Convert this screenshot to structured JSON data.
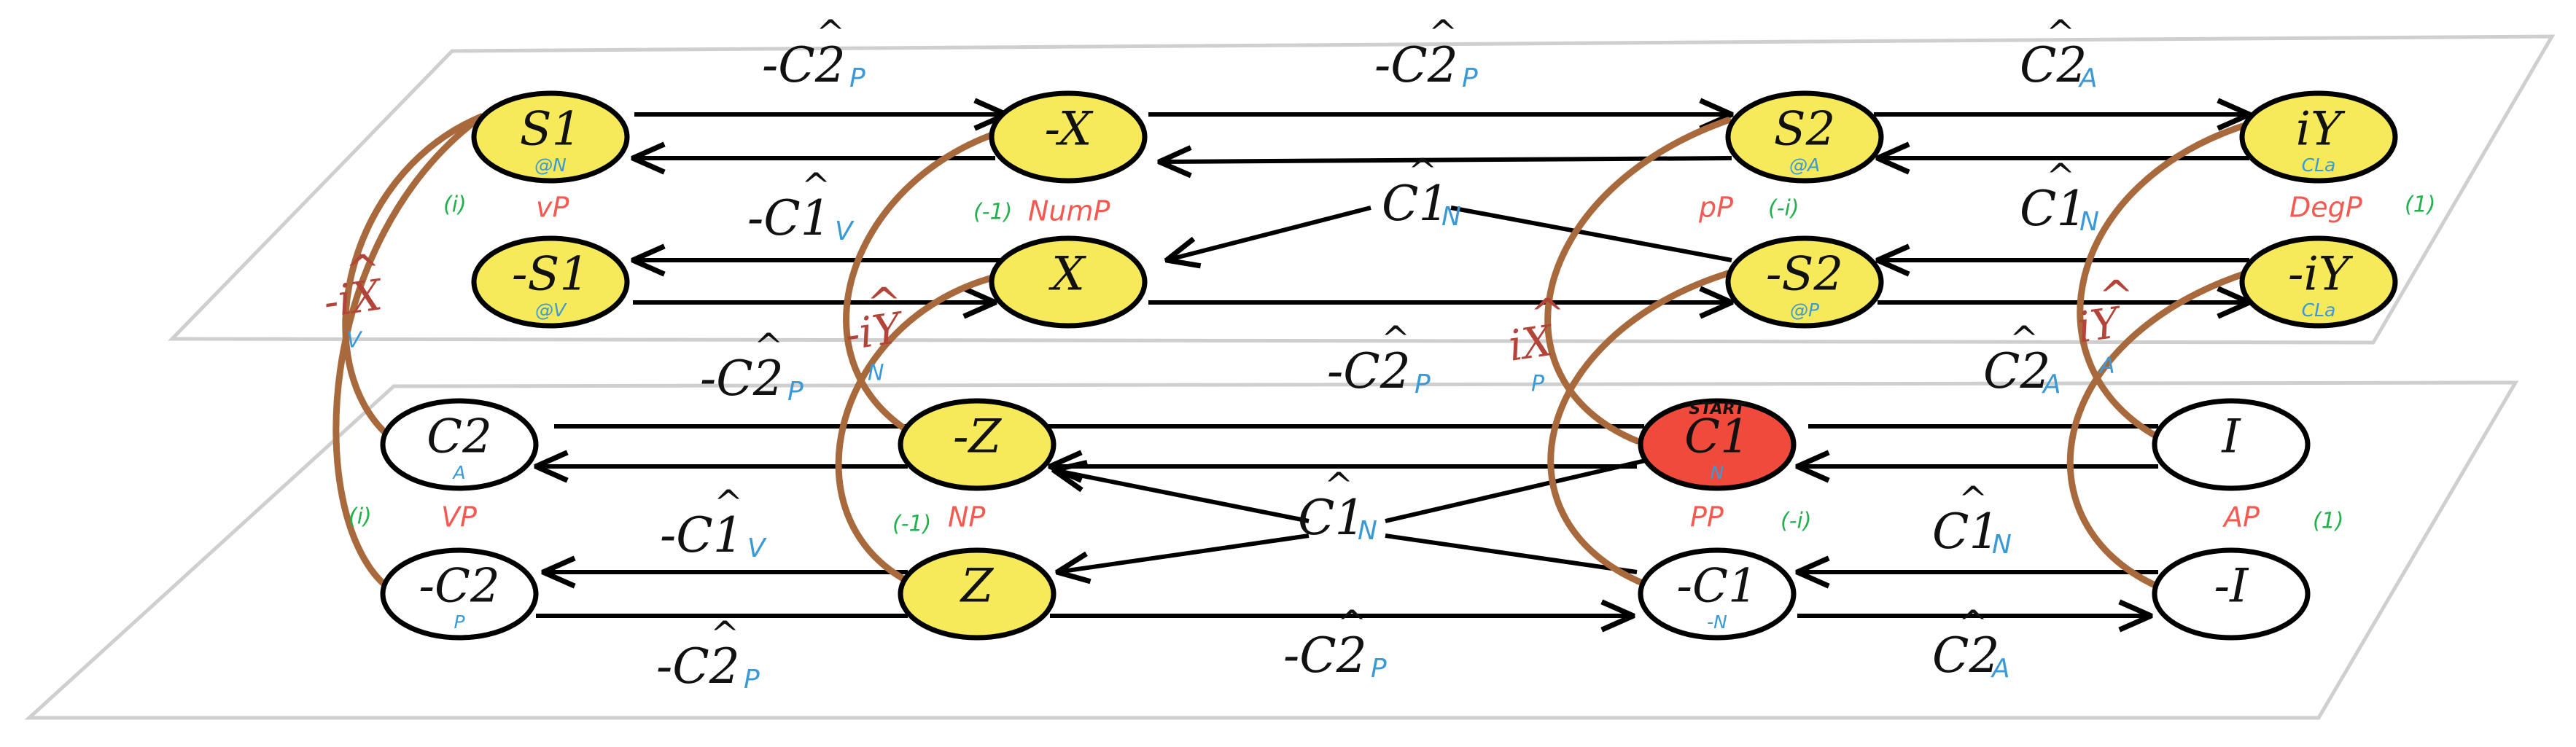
{
  "colors": {
    "node_yellow": "#f6e95a",
    "node_white": "#ffffff",
    "node_start": "#f04a3c",
    "curve": "#a86a3c",
    "edge": "#000000",
    "subscript": "#3b9ad6",
    "phrase": "#f25a52",
    "eigen": "#22b14c",
    "operator_red": "#b3443a"
  },
  "nodes": [
    {
      "id": "S1",
      "label": "S1",
      "sub": "@N",
      "fill": "yellow"
    },
    {
      "id": "mS1",
      "label": "-S1",
      "sub": "@V",
      "fill": "yellow"
    },
    {
      "id": "mX",
      "label": "-X",
      "sub": "",
      "fill": "yellow"
    },
    {
      "id": "X",
      "label": "X",
      "sub": "",
      "fill": "yellow"
    },
    {
      "id": "S2",
      "label": "S2",
      "sub": "@A",
      "fill": "yellow"
    },
    {
      "id": "mS2",
      "label": "-S2",
      "sub": "@P",
      "fill": "yellow"
    },
    {
      "id": "iY",
      "label": "iY",
      "sub": "CLa",
      "fill": "yellow"
    },
    {
      "id": "miY",
      "label": "-iY",
      "sub": "CLa",
      "fill": "yellow"
    },
    {
      "id": "C2",
      "label": "C2",
      "sub": "A",
      "fill": "white"
    },
    {
      "id": "mC2",
      "label": "-C2",
      "sub": "P",
      "fill": "white"
    },
    {
      "id": "mZ",
      "label": "-Z",
      "sub": "",
      "fill": "yellow"
    },
    {
      "id": "Z",
      "label": "Z",
      "sub": "",
      "fill": "yellow"
    },
    {
      "id": "C1",
      "label": "C1",
      "sub": "N",
      "fill": "start",
      "tag": "START"
    },
    {
      "id": "mC1",
      "label": "-C1",
      "sub": "-N",
      "fill": "white"
    },
    {
      "id": "I",
      "label": "I",
      "sub": "",
      "fill": "white"
    },
    {
      "id": "mI",
      "label": "-I",
      "sub": "",
      "fill": "white"
    }
  ],
  "edge_labels": [
    {
      "id": "t1",
      "op": "-C2",
      "hat": "^",
      "sub": "P"
    },
    {
      "id": "t2",
      "op": "-C2",
      "hat": "^",
      "sub": "P"
    },
    {
      "id": "t3",
      "op": "C2",
      "hat": "^",
      "sub": "A"
    },
    {
      "id": "t4",
      "op": "-C1",
      "hat": "^",
      "sub": "V"
    },
    {
      "id": "t5",
      "op": "C1",
      "hat": "^",
      "sub": "N"
    },
    {
      "id": "t6",
      "op": "C1",
      "hat": "^",
      "sub": "N"
    },
    {
      "id": "b1",
      "op": "-C2",
      "hat": "^",
      "sub": "P"
    },
    {
      "id": "b2",
      "op": "-C2",
      "hat": "^",
      "sub": "P"
    },
    {
      "id": "b3",
      "op": "C2",
      "hat": "^",
      "sub": "A"
    },
    {
      "id": "b4",
      "op": "-C1",
      "hat": "^",
      "sub": "V"
    },
    {
      "id": "b5",
      "op": "C1",
      "hat": "^",
      "sub": "N"
    },
    {
      "id": "b6",
      "op": "C1",
      "hat": "^",
      "sub": "N"
    },
    {
      "id": "b7",
      "op": "-C2",
      "hat": "^",
      "sub": "P"
    },
    {
      "id": "b8",
      "op": "-C2",
      "hat": "^",
      "sub": "P"
    },
    {
      "id": "b9",
      "op": "C2",
      "hat": "^",
      "sub": "A"
    }
  ],
  "curve_labels": [
    {
      "id": "k1",
      "op": "-iX",
      "hat": "^",
      "sub": "V"
    },
    {
      "id": "k2",
      "op": "-iY",
      "hat": "^",
      "sub": "N"
    },
    {
      "id": "k3",
      "op": "iX",
      "hat": "^",
      "sub": "P"
    },
    {
      "id": "k4",
      "op": "iY",
      "hat": "^",
      "sub": "A"
    }
  ],
  "phrase_labels": {
    "vP": "vP",
    "NumP": "NumP",
    "pP": "pP",
    "DegP": "DegP",
    "VP": "VP",
    "NP": "NP",
    "PP": "PP",
    "AP": "AP"
  },
  "eigen_labels": {
    "e1": "(i)",
    "e2": "(-1)",
    "e3": "(-i)",
    "e4": "(1)",
    "e5": "(i)",
    "e6": "(-1)",
    "e7": "(-i)",
    "e8": "(1)"
  }
}
